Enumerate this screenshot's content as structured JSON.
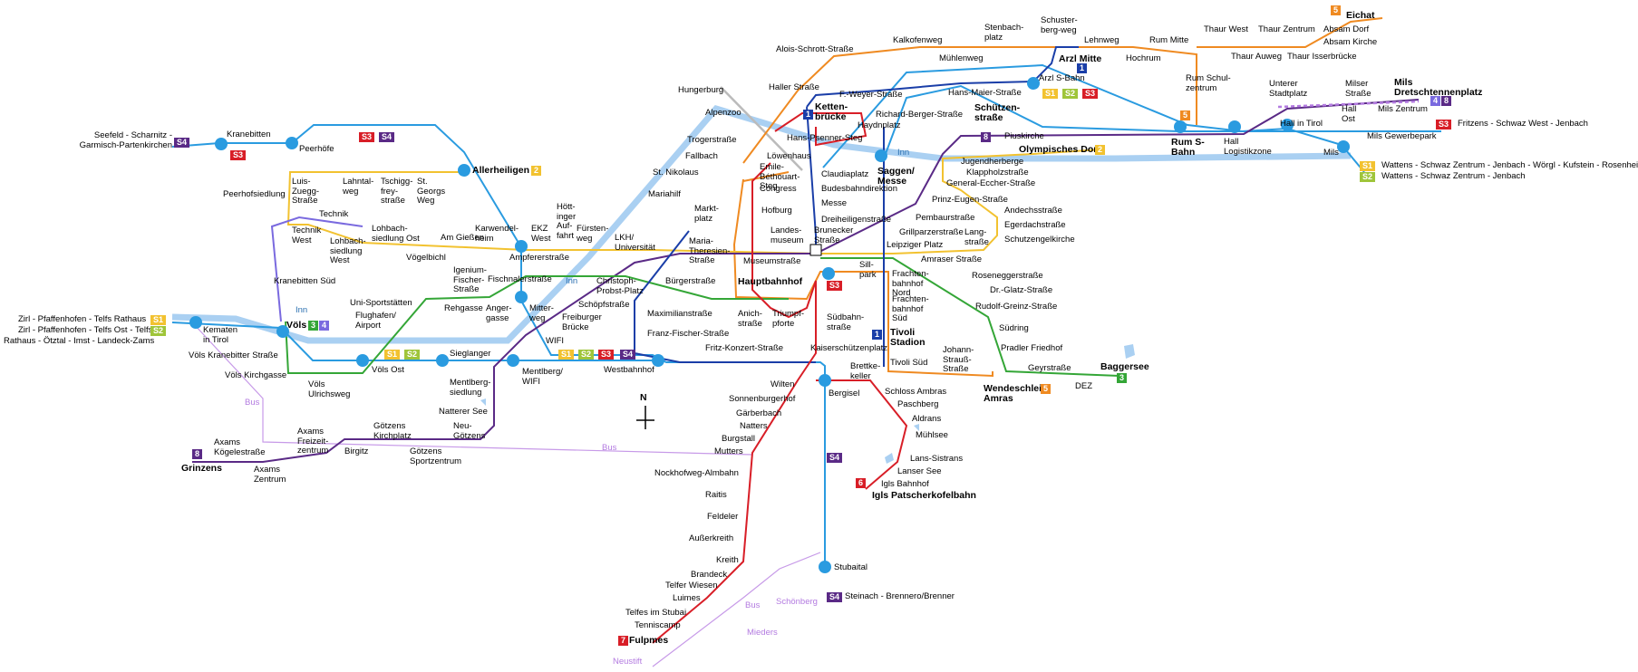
{
  "stations": {
    "eichat": "Eichat",
    "absam_dorf": "Absam Dorf",
    "absam_kirche": "Absam Kirche",
    "thaur_isserbruecke": "Thaur Isserbrücke",
    "thaur_west": "Thaur West",
    "thaur_zentrum": "Thaur Zentrum",
    "thaur_auweg": "Thaur Auweg",
    "rum_mitte": "Rum Mitte",
    "hochrum": "Hochrum",
    "rum_schulzentrum": "Rum Schul-zentrum",
    "lehnweg": "Lehnweg",
    "schusterbergweg": "Schuster-berg-weg",
    "arzl_mitte": "Arzl Mitte",
    "stenbachplatz": "Stenbach-platz",
    "kalkofenweg": "Kalkofenweg",
    "muehlenweg": "Mühlenweg",
    "alois_schrott": "Alois-Schrott-Straße",
    "arzl_sbahn": "Arzl S-Bahn",
    "haller_strasse": "Haller Straße",
    "hans_maier": "Hans-Maier-Straße",
    "f_weyer": "F.-Weyer-Straße",
    "hungerburg": "Hungerburg",
    "alpenzoo": "Alpenzoo",
    "kettenbruecke": "Ketten-brücke",
    "richard_berger": "Richard-Berger-Straße",
    "haydnplatz": "Haydnplatz",
    "schuetzenstrasse": "Schützen-straße",
    "piuskirche": "Piuskirche",
    "olympisches_dorf": "Olympisches Dorf",
    "rum_sbahn": "Rum S-Bahn",
    "hall_logistikzone": "Hall Logistikzone",
    "unterer_stadtplatz": "Unterer Stadtplatz",
    "hall_ost": "Hall Ost",
    "milser_strasse": "Milser Straße",
    "mils_dretschtennenplatz": "Mils Dretschtennenplatz",
    "mils_zentrum": "Mils Zentrum",
    "hall_in_tirol": "Hall in Tirol",
    "mils_gewerbepark": "Mils Gewerbepark",
    "mils": "Mils",
    "trogerstrasse": "Trogerstraße",
    "fallbach": "Fallbach",
    "st_nikolaus": "St. Nikolaus",
    "mariahilf": "Mariahilf",
    "hans_psenner": "Hans-Psenner-Steg",
    "loewenhaus": "Löwenhaus",
    "emile_bethouart": "Emile-Béthouart-Steg",
    "congress": "Congress",
    "hofburg": "Hofburg",
    "claudiaplatz": "Claudiaplatz",
    "budesbahndirektion": "Budesbahndirektion",
    "messe": "Messe",
    "dreiheiligen": "Dreiheiligenstraße",
    "saggen_messe": "Saggen/ Messe",
    "jugendherberge": "Jugendherberge",
    "klappholz": "Klappholzstraße",
    "general_eccher": "General-Eccher-Straße",
    "prinz_eugen": "Prinz-Eugen-Straße",
    "andechs": "Andechsstraße",
    "pembaur": "Pembaurstraße",
    "egerdach": "Egerdachstraße",
    "grillparzer": "Grillparzerstraße",
    "langstrasse": "Lang-straße",
    "schutzengelkirche": "Schutzengelkirche",
    "leipziger_platz": "Leipziger Platz",
    "bruneckerstrasse": "Brunecker Straße",
    "landesmuseum": "Landes-museum",
    "museumstrasse": "Museumstraße",
    "maria_theresien": "Maria-Theresien-Straße",
    "marktplatz": "Markt-platz",
    "hoettinger_auffahrt": "Hött-inger Auf-fahrt",
    "fuerstenweg": "Fürsten-weg",
    "lkh_universitaet": "LKH/ Universität",
    "ekz_west": "EKZ West",
    "karwendelheim": "Karwendel-heim",
    "am_giessen": "Am Gießen",
    "loh_ost": "Lohbach-siedlung Ost",
    "loh_west": "Lohbach-siedlung West",
    "voegelbichl": "Vögelbichl",
    "technik": "Technik",
    "technik_west": "Technik West",
    "peerhofsiedlung": "Peerhofsiedlung",
    "luis_zuegg": "Luis-Zuegg-Straße",
    "lahntalweg": "Lahntal-weg",
    "tschigg": "Tschigg-frey-straße",
    "st_georgs": "St. Georgs Weg",
    "allerheiligen": "Allerheiligen",
    "peerhoefe": "Peerhöfe",
    "kranebitten": "Kranebitten",
    "kranebitten_sued": "Kranebitten Süd",
    "ampferer": "Ampfererstraße",
    "igenium_fischer": "Igenium-Fischer-Straße",
    "fischnaler": "Fischnalerstraße",
    "uni_sport": "Uni-Sportstätten",
    "flughafen": "Flughafen/ Airport",
    "rehgasse": "Rehgasse",
    "angergasse": "Anger-gasse",
    "mitterweg": "Mitter-weg",
    "christoph_probst": "Christoph-Probst-Platz",
    "schoepf": "Schöpfstraße",
    "freiburger": "Freiburger Brücke",
    "wifi": "WIFI",
    "buergerstrasse": "Bürgerstraße",
    "maximilian": "Maximilianstraße",
    "franz_fischer": "Franz-Fischer-Straße",
    "anichstrasse": "Anich-straße",
    "triumphpforte": "Triumpf-pforte",
    "hauptbahnhof": "Hauptbahnhof",
    "sillpark": "Sill-park",
    "amraser": "Amraser Straße",
    "roseneggerstrasse": "Roseneggerstraße",
    "dr_glatz": "Dr.-Glatz-Straße",
    "rudolf_greinz": "Rudolf-Greinz-Straße",
    "fb_nord": "Frachten-bahnhof Nord",
    "fb_sued": "Frachten-bahnhof Süd",
    "suedring": "Südring",
    "pradler_friedhof": "Pradler Friedhof",
    "suedbahnstrasse": "Südbahn-straße",
    "tivoli_stadion": "Tivoli Stadion",
    "johann_strauss": "Johann-Strauß-Straße",
    "tivoli_sued": "Tivoli Süd",
    "kaiserschuetzen": "Kaiserschützenplatz",
    "fritz_konzert": "Fritz-Konzert-Straße",
    "westbahnhof": "Westbahnhof",
    "sieglanger": "Sieglanger",
    "voels_ost": "Völs Ost",
    "mentlberg_wifi": "Mentlberg/ WIFI",
    "mentlbergsiedlung": "Mentlberg-siedlung",
    "natterer_see": "Natterer See",
    "neu_goetzens": "Neu-Götzens",
    "goetzens_kirchplatz": "Götzens Kirchplatz",
    "goetzens_sport": "Götzens Sportzentrum",
    "birgitz": "Birgitz",
    "axams_freizeit": "Axams Freizeit-zentrum",
    "axams_zentrum": "Axams Zentrum",
    "axams_koegele": "Axams Kögelestraße",
    "grinzens": "Grinzens",
    "voels": "Völs",
    "kematen": "Kematen in Tirol",
    "voels_kranebitter": "Völs Kranebitter Straße",
    "voels_kirchgasse": "Völs Kirchgasse",
    "voels_ulrichsweg": "Völs Ulrichsweg",
    "wilten": "Wilten",
    "bergisel": "Bergisel",
    "brettkeller": "Brettke-keller",
    "schloss_ambras": "Schloss Ambras",
    "paschberg": "Paschberg",
    "aldrans": "Aldrans",
    "muehlsee": "Mühlsee",
    "lans_sistrans": "Lans-Sistrans",
    "lanser_see": "Lanser See",
    "igls_bahnhof": "Igls Bahnhof",
    "igls_patscherkofelbahn": "Igls Patscherkofelbahn",
    "wendeschleife_amras": "Wendeschleife Amras",
    "geyrstrasse": "Geyrstraße",
    "dez": "DEZ",
    "baggersee": "Baggersee",
    "sonnenburgerhof": "Sonnenburgerhof",
    "gaerberbach": "Gärberbach",
    "natters": "Natters",
    "burgstall": "Burgstall",
    "mutters": "Mutters",
    "nockhofweg": "Nockhofweg-Almbahn",
    "raitis": "Raitis",
    "feldeler": "Feldeler",
    "ausserkreith": "Außerkreith",
    "kreith": "Kreith",
    "brandeck": "Brandeck",
    "telfer_wiesen": "Telfer Wiesen",
    "luimes": "Luimes",
    "telfes_stubai": "Telfes im Stubai",
    "tenniscamp": "Tenniscamp",
    "fulpmes": "Fulpmes",
    "stubaital": "Stubaital",
    "schoenberg": "Schönberg",
    "mieders": "Mieders",
    "neustift": "Neustift"
  },
  "destinations": {
    "s4_west": "Seefeld - Scharnitz - Garmisch-Partenkirchen",
    "s1_west": "Zirl - Pfaffenhofen - Telfs Rathaus",
    "s2_west": "Zirl - Pfaffenhofen - Telfs Ost - Telfs",
    "s3_west": "Rathaus - Ötztal - Imst - Landeck-Zams",
    "s3_east": "Fritzens - Schwaz West - Jenbach",
    "s1_east": "Wattens - Schwaz Zentrum - Jenbach - Wörgl - Kufstein - Rosenheim",
    "s2_east": "Wattens - Schwaz Zentrum - Jenbach",
    "s4_south": "Steinach - Brennero/Brenner"
  },
  "water": {
    "inn": "Inn"
  },
  "misc": {
    "bus": "Bus",
    "north": "N"
  },
  "lines": {
    "s1": "S1",
    "s2": "S2",
    "s3": "S3",
    "s4": "S4",
    "t1": "1",
    "t2": "2",
    "t3": "3",
    "t4": "4",
    "t5": "5",
    "t6": "6",
    "t7": "7",
    "t8": "8"
  },
  "colors": {
    "line1": "#1a3ea8",
    "line2": "#f2c230",
    "line3": "#34a637",
    "line5": "#ef8a21",
    "line6": "#d81e27",
    "line8": "#5a2a86",
    "sbahn": "#2a9be0",
    "inn": "#aad0f2",
    "bus": "#c79ae8"
  }
}
